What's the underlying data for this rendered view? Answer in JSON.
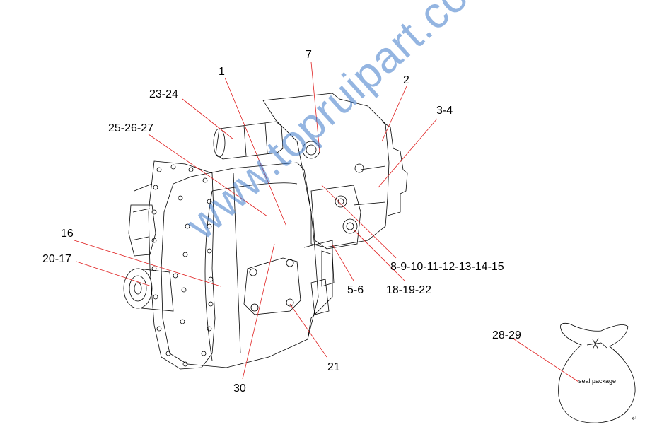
{
  "callouts": {
    "c1": "1",
    "c7": "7",
    "c2": "2",
    "c34": "3-4",
    "c2324": "23-24",
    "c252627": "25-26-27",
    "c16": "16",
    "c2017": "20-17",
    "c8to15": "8-9-10-11-12-13-14-15",
    "c56": "5-6",
    "c181922": "18-19-22",
    "c21": "21",
    "c30": "30",
    "c2829": "28-29"
  },
  "seal_package_label": "seal package",
  "watermark_text": "www.topruipart.com",
  "return_mark": "↵",
  "colors": {
    "line": "#000000",
    "leader": "#e02020",
    "watermark": "#3c78c8"
  }
}
